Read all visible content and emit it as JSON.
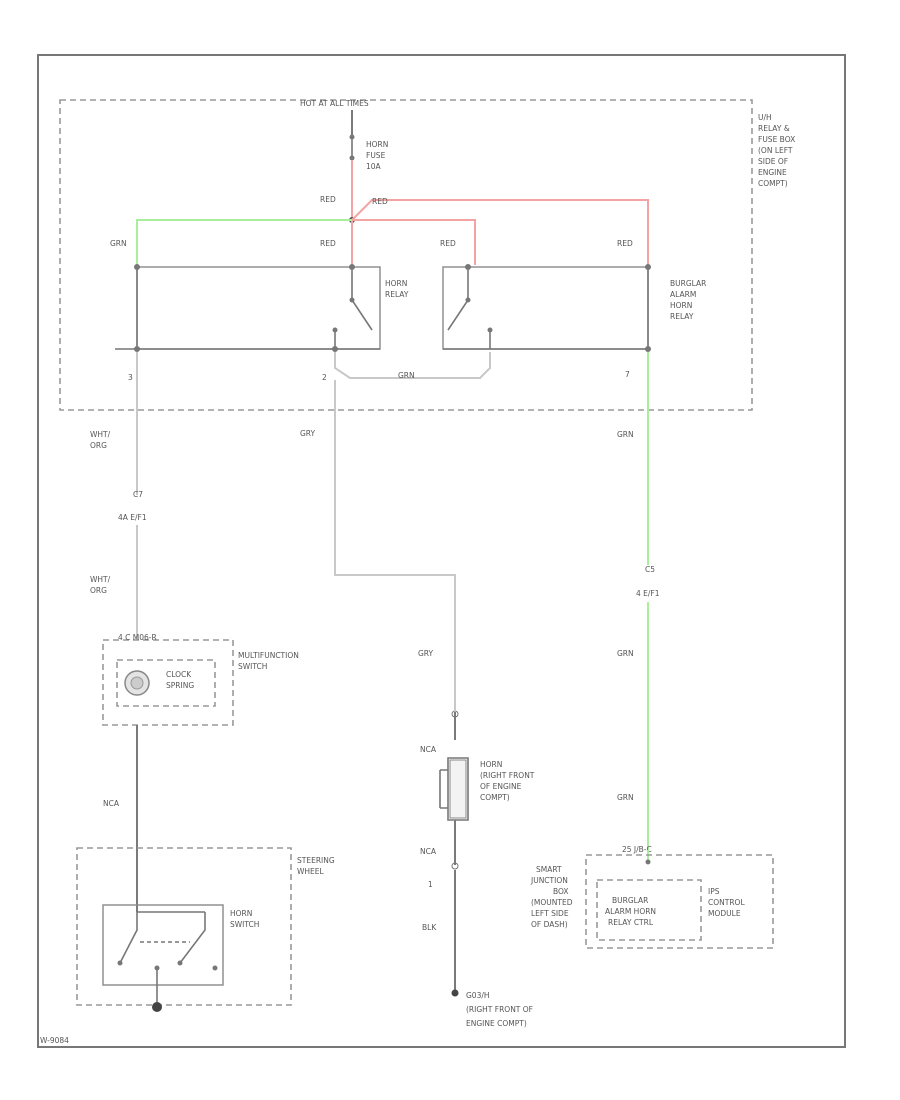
{
  "labels": {
    "hot_at_all_times": "HOT AT ALL TIMES",
    "relay_box": [
      "U/H",
      "RELAY &",
      "FUSE BOX",
      "(ON LEFT",
      "SIDE OF",
      "ENGINE",
      "COMPT)"
    ],
    "horn_fuse": [
      "HORN",
      "FUSE",
      "10A"
    ],
    "red_1": "RED",
    "red_2": "RED",
    "red_3": "RED",
    "red_4": "RED",
    "red_5": "RED",
    "grn_top": "GRN",
    "horn_relay": [
      "HORN",
      "RELAY"
    ],
    "burglar_relay": [
      "BURGLAR",
      "ALARM",
      "HORN",
      "RELAY"
    ],
    "pin_3": "3",
    "pin_2": "2",
    "pin_7": "7",
    "grn_mid": "GRN",
    "wht_org_1": [
      "WHT/",
      "ORG"
    ],
    "gry_left": "GRY",
    "grn_right_1": "GRN",
    "c_left": "C7",
    "ef_left": "4A   E/F1",
    "wht_org_2": [
      "WHT/",
      "ORG"
    ],
    "c_right": "C5",
    "ef_right": "4   E/F1",
    "c_switch": "4 C   M06-R",
    "multifunction": [
      "MULTIFUNCTION",
      "SWITCH"
    ],
    "clock_spring": [
      "CLOCK",
      "SPRING"
    ],
    "gry_center": "GRY",
    "grn_right_2": "GRN",
    "nca_1": "NCA",
    "horn": [
      "HORN",
      "(RIGHT FRONT",
      "OF ENGINE",
      "COMPT)"
    ],
    "nca_2": "NCA",
    "grn_right_3": "GRN",
    "nca_3": "NCA",
    "pin_1": "1",
    "steering_wheel": [
      "STEERING",
      "WHEEL"
    ],
    "horn_switch": [
      "HORN",
      "SWITCH"
    ],
    "connector_sj": "25   J/B-C",
    "smart_junction": [
      "SMART",
      "JUNCTION",
      "BOX",
      "(MOUNTED",
      "LEFT SIDE",
      "OF DASH)"
    ],
    "burglar_ctrl": [
      "BURGLAR",
      "ALARM HORN",
      "RELAY CTRL"
    ],
    "ips_module": [
      "IPS",
      "CONTROL",
      "MODULE"
    ],
    "blk": "BLK",
    "ground": [
      "G03/H",
      "(RIGHT FRONT OF",
      "ENGINE COMPT)"
    ],
    "diagram_id": "W-9084"
  },
  "colors": {
    "red_wire": "#f4a3a3",
    "green_wire": "#a9ee9a",
    "gray_wire": "#c8c8c8",
    "dark_wire": "#7a7a7a",
    "box_outline": "#888888"
  }
}
